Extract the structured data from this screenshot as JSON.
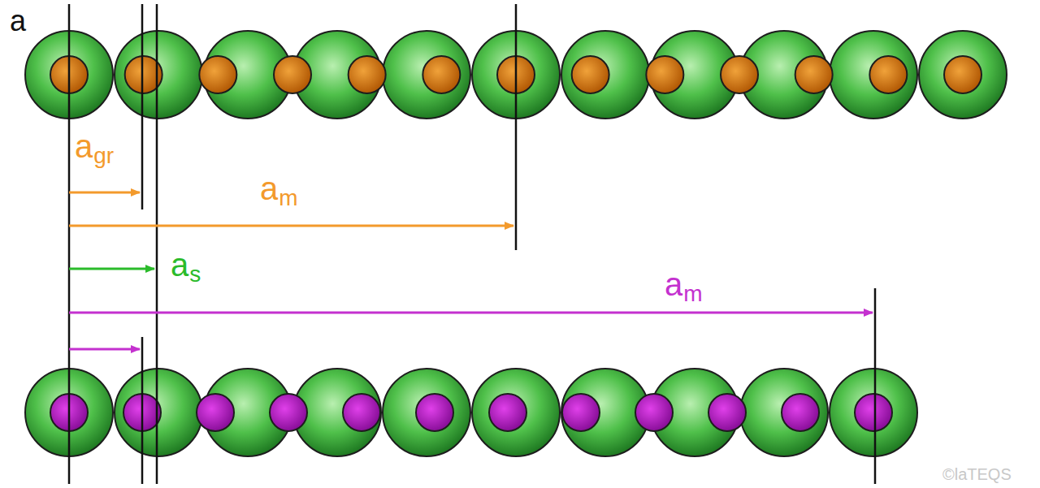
{
  "diagram": {
    "labels": [
      "a",
      "a",
      "gr",
      "a",
      "m",
      "a",
      "s",
      "a",
      "m",
      "©laTEQS"
    ]
  }
}
